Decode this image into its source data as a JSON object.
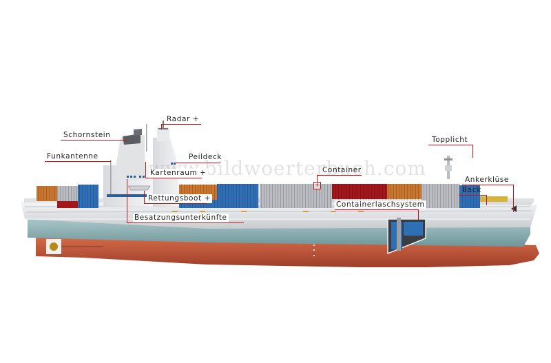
{
  "watermark": "www.bildwoerterbuch.com",
  "labels": {
    "schornstein": "Schornstein",
    "funkantenne": "Funkantenne",
    "radar": "Radar +",
    "peildeck": "Peildeck",
    "kartenraum": "Kartenraum +",
    "rettungsboot": "Rettungsboot +",
    "besatzung": "Besatzungsunterkünfte",
    "container": "Container",
    "containerlasch": "Containerlaschsystem",
    "topplicht": "Topplicht",
    "ankerkluese": "Ankerklüse",
    "back": "Back"
  },
  "container_plus": "+",
  "colors": {
    "leader_line": "#c0141c",
    "hull_white": "#e6e8ea",
    "hull_teal": "#8fb3b6",
    "hull_red": "#c45a3c",
    "container_blue": "#2f6fb6",
    "container_orange": "#c9762e",
    "container_red": "#a3161c",
    "container_grey": "#b9bcc0"
  }
}
